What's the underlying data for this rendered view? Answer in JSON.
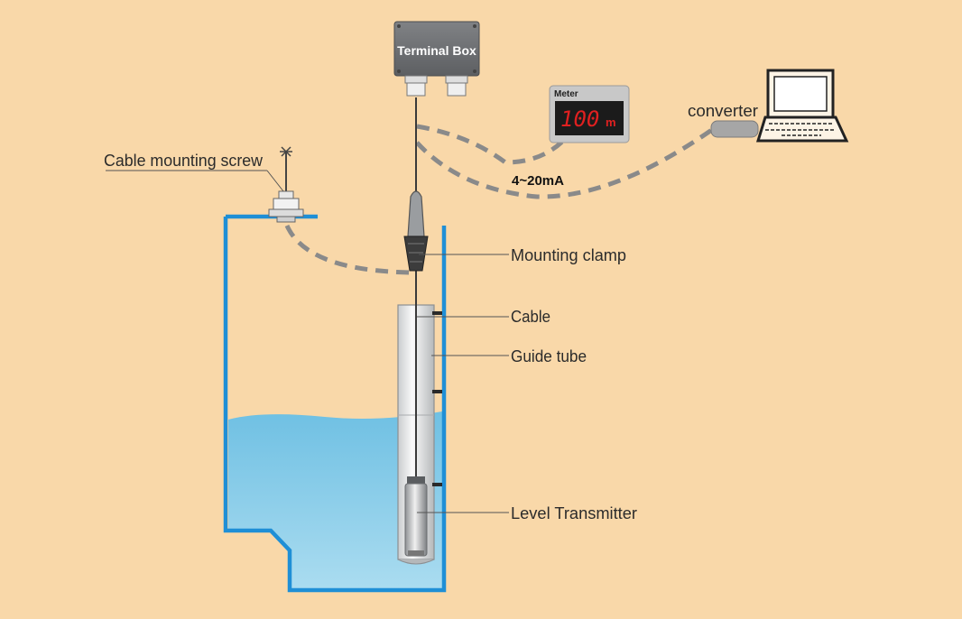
{
  "labels": {
    "terminal_box": "Terminal Box",
    "meter": "Meter",
    "meter_reading": "100",
    "meter_unit": "m",
    "converter": "converter",
    "signal": "4~20mA",
    "cable_mounting_screw": "Cable mounting screw",
    "mounting_clamp": "Mounting clamp",
    "cable": "Cable",
    "guide_tube": "Guide tube",
    "level_transmitter": "Level Transmitter"
  },
  "colors": {
    "background": "#f9d8a9",
    "tank_wall": "#1f8fd6",
    "water": "#93cfe8",
    "dashed_link": "#8a8a8a",
    "terminal_box": "#6d6e70",
    "meter_display": "#e02020",
    "leader_line": "#555555"
  }
}
